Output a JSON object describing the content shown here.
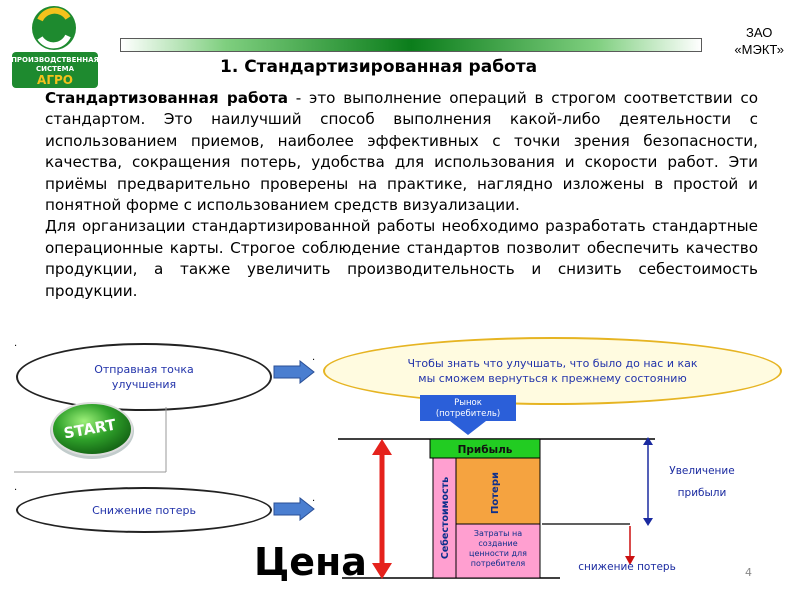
{
  "header": {
    "logo_text": [
      "ПРОИЗВОДСТВЕННАЯ",
      "СИСТЕМА",
      "АГРО"
    ],
    "company": [
      "ЗАО",
      "«МЭКТ»"
    ],
    "title": "1. Стандартизированная работа"
  },
  "body": {
    "paragraph1_term": "Стандартизованная работа",
    "paragraph1_rest": " - это выполнение операций в строгом соответствии со стандартом. Это наилучший способ выполнения какой-либо деятельности с использованием приемов, наиболее эффективных с точки зрения безопасности, качества, сокращения потерь, удобства для использования и скорости работ. Эти приёмы предварительно проверены на практике, наглядно изложены в простой и понятной форме с использованием средств визуализации.",
    "paragraph2": "Для организации стандартизированной работы необходимо разработать стандартные операционные карты. Строгое соблюдение стандартов позволит обеспечить качество продукции, а также увеличить производительность и снизить себестоимость продукции."
  },
  "diagram": {
    "oval_start_point": "Отправная точка улучшения",
    "oval_loss_reduction": "Снижение потерь",
    "oval_know": "Чтобы знать что улучшать, что было до нас и как мы сможем вернуться к прежнему состоянию",
    "start_button": "START",
    "market": "Рынок (потребитель)",
    "profit": "Прибыль",
    "cost": "Себестоимость",
    "losses": "Потери",
    "value_costs": "Затраты на создание ценности для потребителя",
    "profit_increase": [
      "Увеличение",
      "прибыли"
    ],
    "loss_reduction": "снижение потерь",
    "price": "Цена"
  },
  "page_number": "4",
  "colors": {
    "green_bar": "#0b7d1b",
    "profit": "#22cc22",
    "cost": "#ff9fd0",
    "losses": "#f5a340",
    "value_costs": "#ff9fd0",
    "market": "#2b5fd9",
    "arrow_blue": "#3c6fc4",
    "price_arrow": "#e5221c",
    "oval_text": "#2233aa"
  }
}
